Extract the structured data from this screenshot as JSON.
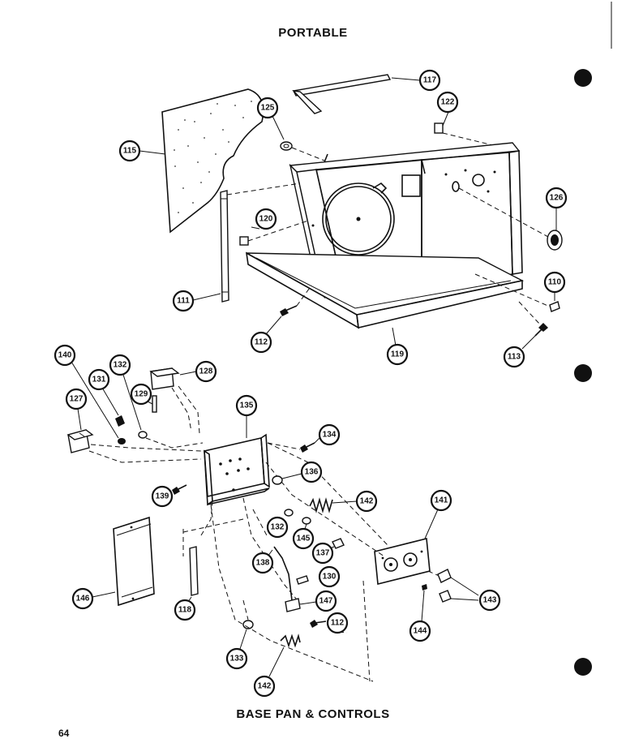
{
  "header": {
    "title": "PORTABLE"
  },
  "footer": {
    "title": "BASE PAN & CONTROLS",
    "page_number": "64"
  },
  "callouts": [
    {
      "id": "c117",
      "label": "117"
    },
    {
      "id": "c122",
      "label": "122"
    },
    {
      "id": "c125",
      "label": "125"
    },
    {
      "id": "c115",
      "label": "115"
    },
    {
      "id": "c126",
      "label": "126"
    },
    {
      "id": "c120",
      "label": "120"
    },
    {
      "id": "c110",
      "label": "110"
    },
    {
      "id": "c111",
      "label": "111"
    },
    {
      "id": "c112a",
      "label": "112"
    },
    {
      "id": "c119",
      "label": "119"
    },
    {
      "id": "c113",
      "label": "113"
    },
    {
      "id": "c140",
      "label": "140"
    },
    {
      "id": "c132a",
      "label": "132"
    },
    {
      "id": "c128",
      "label": "128"
    },
    {
      "id": "c131",
      "label": "131"
    },
    {
      "id": "c129",
      "label": "129"
    },
    {
      "id": "c127",
      "label": "127"
    },
    {
      "id": "c135",
      "label": "135"
    },
    {
      "id": "c134",
      "label": "134"
    },
    {
      "id": "c136",
      "label": "136"
    },
    {
      "id": "c139",
      "label": "139"
    },
    {
      "id": "c142a",
      "label": "142"
    },
    {
      "id": "c141",
      "label": "141"
    },
    {
      "id": "c132b",
      "label": "132"
    },
    {
      "id": "c145",
      "label": "145"
    },
    {
      "id": "c137",
      "label": "137"
    },
    {
      "id": "c138",
      "label": "138"
    },
    {
      "id": "c130",
      "label": "130"
    },
    {
      "id": "c146",
      "label": "146"
    },
    {
      "id": "c118",
      "label": "118"
    },
    {
      "id": "c147",
      "label": "147"
    },
    {
      "id": "c143",
      "label": "143"
    },
    {
      "id": "c112b",
      "label": "112"
    },
    {
      "id": "c144",
      "label": "144"
    },
    {
      "id": "c133",
      "label": "133"
    },
    {
      "id": "c142b",
      "label": "142"
    }
  ]
}
